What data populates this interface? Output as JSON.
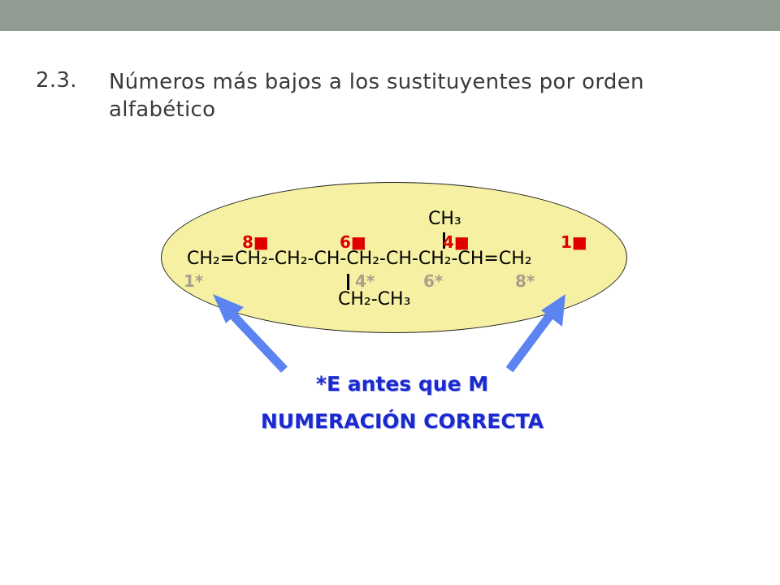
{
  "slide": {
    "number": "2.3.",
    "title": "Números más bajos a los sustituyentes por orden alfabético"
  },
  "molecule": {
    "main_chain": "CH₂=CH₂-CH₂-CH-CH₂-CH-CH₂-CH=CH₂",
    "top_substituent": "CH₃",
    "bottom_substituent": "CH₂-CH₃"
  },
  "numbering_red": [
    "8■",
    "6■",
    "4■",
    "1■"
  ],
  "numbering_gray": [
    "1*",
    "4*",
    "6*",
    "8*"
  ],
  "note": {
    "line1": "*E antes que M",
    "line2": "NUMERACIÓN CORRECTA"
  },
  "colors": {
    "top_bar": "#909c92",
    "ellipse_fill": "#f5f0a2",
    "red_numbers": "#e00000",
    "gray_numbers": "#a8a08a",
    "note_text": "#1a2ad0",
    "arrow": "#5b84f0"
  }
}
